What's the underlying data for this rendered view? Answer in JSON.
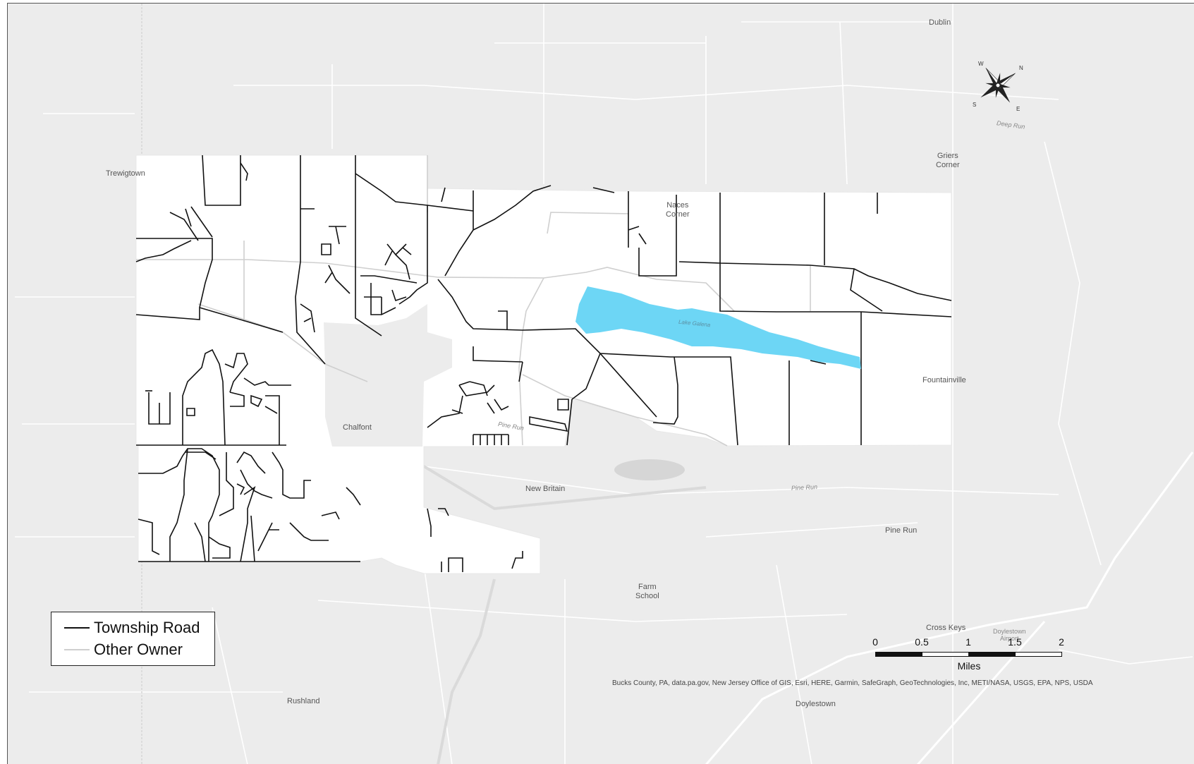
{
  "map": {
    "places": [
      {
        "id": "dublin",
        "text": "Dublin"
      },
      {
        "id": "trewigtown",
        "text": "Trewigtown"
      },
      {
        "id": "naces-corner",
        "text": "Naces\nCorner"
      },
      {
        "id": "griers-corner",
        "text": "Griers\nCorner"
      },
      {
        "id": "fountainville",
        "text": "Fountainville"
      },
      {
        "id": "chalfont",
        "text": "Chalfont"
      },
      {
        "id": "new-britain",
        "text": "New Britain"
      },
      {
        "id": "pine-run-town",
        "text": "Pine Run"
      },
      {
        "id": "farm-school",
        "text": "Farm\nSchool"
      },
      {
        "id": "cross-keys",
        "text": "Cross Keys"
      },
      {
        "id": "rushland",
        "text": "Rushland"
      },
      {
        "id": "doylestown",
        "text": "Doylestown"
      }
    ],
    "water": {
      "lake_label": "Lake\nGalena",
      "lake_color": "#6dd6f5"
    },
    "streams": [
      {
        "id": "deep-run",
        "text": "Deep Run"
      },
      {
        "id": "pine-run-stream-1",
        "text": "Pine Run"
      },
      {
        "id": "pine-run-stream-2",
        "text": "Pine Run"
      },
      {
        "id": "doylestown-airport",
        "text": "Doylestown\nAirport"
      }
    ]
  },
  "legend": {
    "items": [
      {
        "label": "Township Road",
        "color": "#111111"
      },
      {
        "label": "Other Owner",
        "color": "#cfcfcf"
      }
    ]
  },
  "scalebar": {
    "ticks": [
      "0",
      "0.5",
      "1",
      "1.5",
      "2"
    ],
    "unit": "Miles"
  },
  "compass": {
    "n": "N",
    "e": "E",
    "s": "S",
    "w": "W"
  },
  "attribution": "Bucks County, PA, data.pa.gov, New Jersey Office of GIS, Esri, HERE, Garmin, SafeGraph, GeoTechnologies, Inc, METI/NASA, USGS, EPA, NPS, USDA"
}
